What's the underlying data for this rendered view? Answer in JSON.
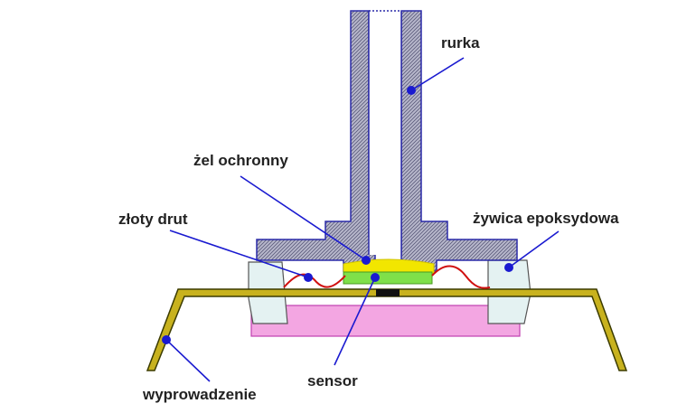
{
  "labels": {
    "rurka": "rurka",
    "zel": "żel ochronny",
    "drut": "złoty drut",
    "zywica": "żywica epoksydowa",
    "sensor": "sensor",
    "wyprowadzenie": "wyprowadzenie"
  },
  "colors": {
    "tube_fill": "#a9a9c4",
    "tube_stroke": "#2a2aa8",
    "leadframe": "#c8b21e",
    "leadframe_stroke": "#3b3b00",
    "gel": "#f2e600",
    "sensor_chip": "#7fe04a",
    "sensor_base": "#111111",
    "wire": "#d01010",
    "epoxy": "#e4f2f2",
    "pink_body": "#f3a6e2",
    "pointer": "#1a1ad0"
  }
}
